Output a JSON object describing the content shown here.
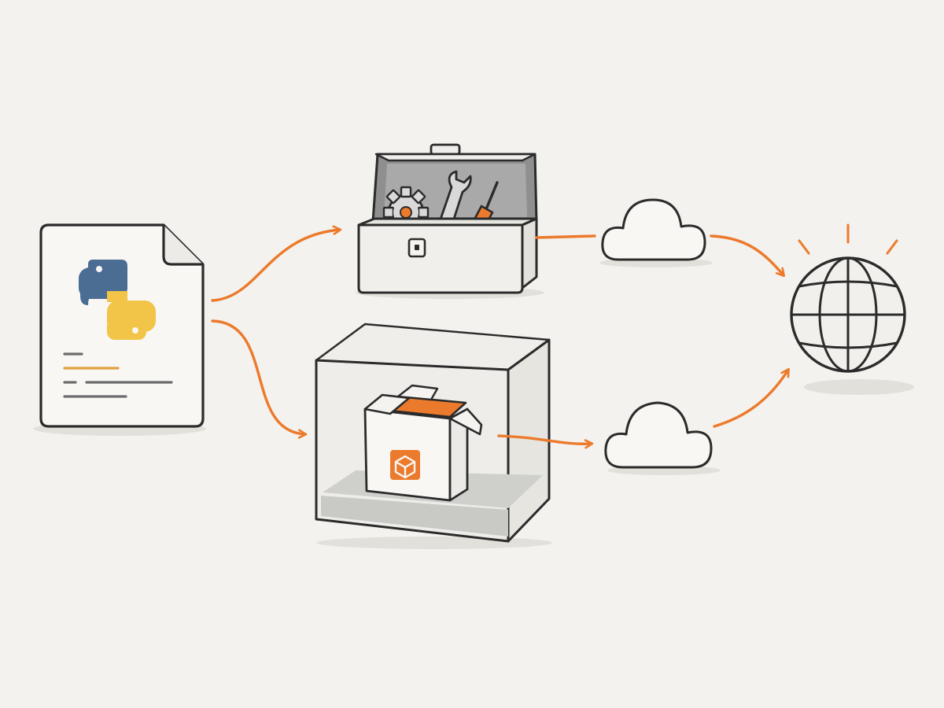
{
  "diagram": {
    "nodes": [
      {
        "id": "source",
        "icon": "python-file-icon"
      },
      {
        "id": "toolbox",
        "icon": "toolbox-icon"
      },
      {
        "id": "container",
        "icon": "container-box-icon"
      },
      {
        "id": "cloud_top",
        "icon": "cloud-icon"
      },
      {
        "id": "cloud_bottom",
        "icon": "cloud-icon"
      },
      {
        "id": "web",
        "icon": "globe-icon"
      }
    ],
    "edges": [
      {
        "from": "source",
        "to": "toolbox"
      },
      {
        "from": "source",
        "to": "container"
      },
      {
        "from": "toolbox",
        "to": "cloud_top"
      },
      {
        "from": "container",
        "to": "cloud_bottom"
      },
      {
        "from": "cloud_top",
        "to": "web"
      },
      {
        "from": "cloud_bottom",
        "to": "web"
      }
    ]
  },
  "colors": {
    "background": "#f3f2ee",
    "accent": "#ec7a2c",
    "outline": "#2b2b2b",
    "python_blue": "#4b6d93",
    "python_yellow": "#f2c447"
  }
}
